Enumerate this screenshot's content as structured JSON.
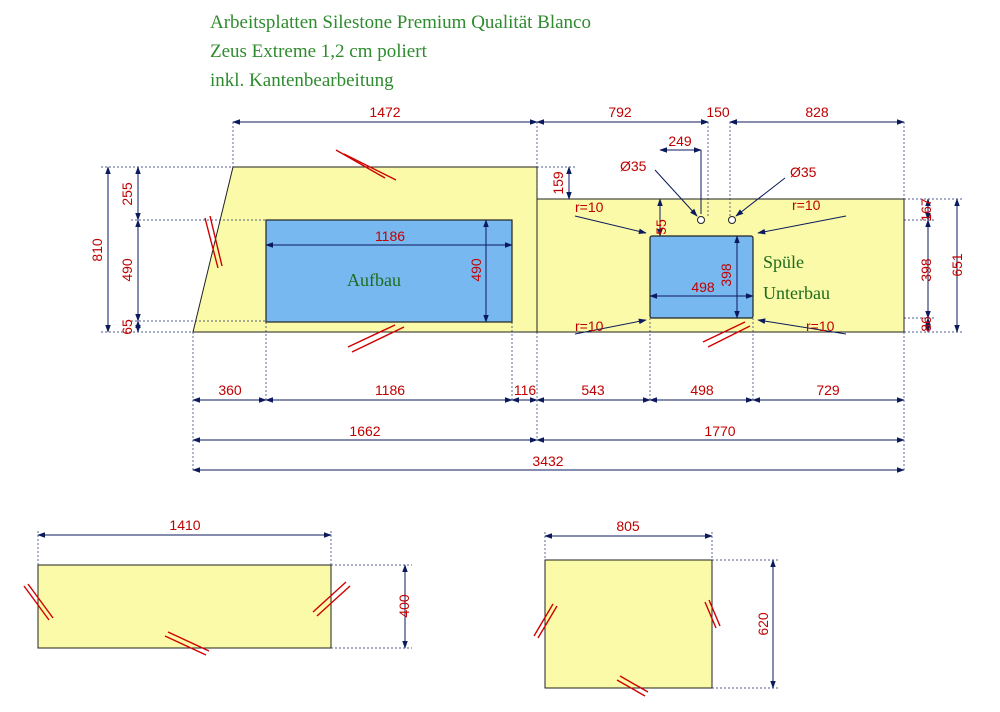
{
  "header": {
    "line1": "Arbeitsplatten Silestone Premium Qualität Blanco",
    "line2": "Zeus Extreme 1,2 cm poliert",
    "line3": "inkl. Kantenbearbeitung"
  },
  "labels": {
    "aufbau": "Aufbau",
    "spuele": "Spüle",
    "unterbau": "Unterbau"
  },
  "colors": {
    "slab": "#fafaa8",
    "cutout": "#78b8f0",
    "dimension_text": "#c00000",
    "label_text": "#1e6b1e"
  },
  "dims": {
    "top_1472": "1472",
    "top_792": "792",
    "top_150": "150",
    "top_828": "828",
    "top_249": "249",
    "d35_left": "Ø35",
    "d35_right": "Ø35",
    "v159": "159",
    "v255": "255",
    "v490": "490",
    "v65": "65",
    "v810": "810",
    "v167": "167",
    "v398": "398",
    "v86": "86",
    "v651": "651",
    "in_1186": "1186",
    "in_490": "490",
    "in_55": "55",
    "in_398": "398",
    "in_498": "498",
    "r_tl": "r=10",
    "r_tr": "r=10",
    "r_bl": "r=10",
    "r_br": "r=10",
    "b_360": "360",
    "b_1186": "1186",
    "b_116": "116",
    "b_543": "543",
    "b_498": "498",
    "b_729": "729",
    "b_1662": "1662",
    "b_1770": "1770",
    "b_3432": "3432",
    "s1_w": "1410",
    "s1_h": "400",
    "s2_w": "805",
    "s2_h": "620"
  }
}
